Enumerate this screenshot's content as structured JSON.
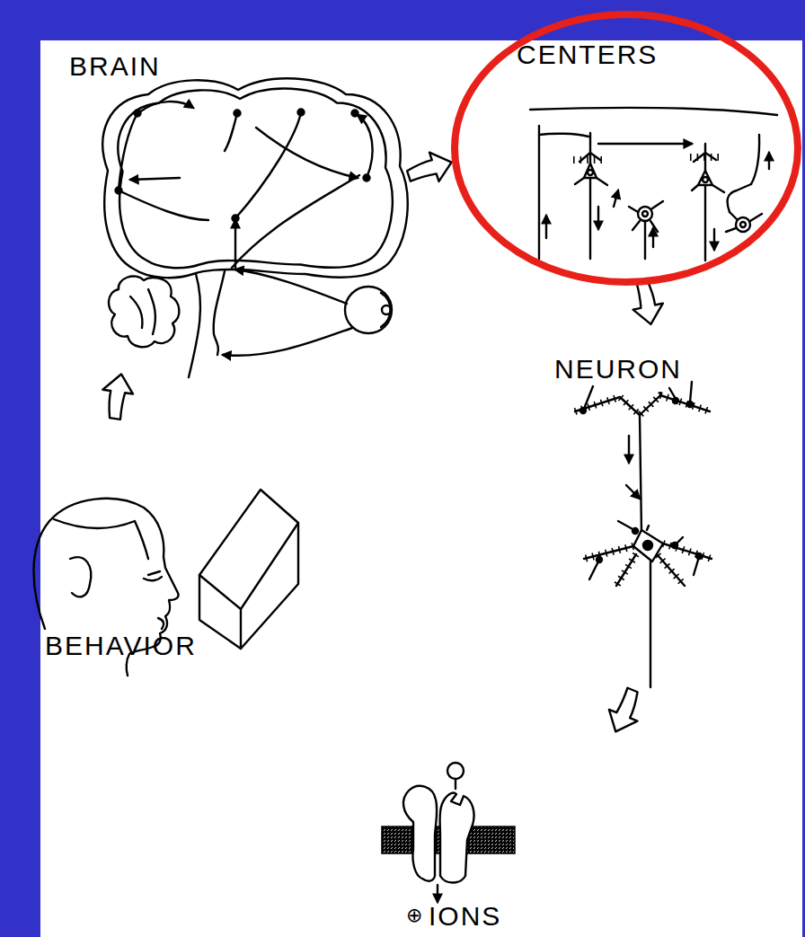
{
  "diagram": {
    "nodes": [
      {
        "text": [
          "CENTERS"
        ]
      }
    ],
    "labels": [
      "BRAIN",
      "NEURON",
      "BEHAVIOR",
      "⊕",
      "IONS"
    ]
  }
}
